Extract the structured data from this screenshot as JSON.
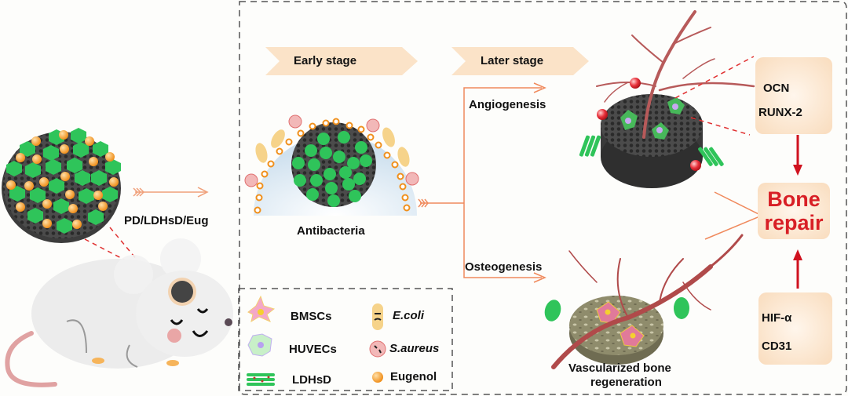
{
  "figure": {
    "scaffold_label": "PD/LDHsD/Eug",
    "stages": {
      "early": "Early stage",
      "later": "Later stage"
    },
    "antibacteria_label": "Antibacteria",
    "pathways": {
      "angiogenesis": "Angiogenesis",
      "osteogenesis": "Osteogenesis"
    },
    "regeneration_label_line1": "Vascularized bone",
    "regeneration_label_line2": "regeneration",
    "markers_top": [
      "OCN",
      "RUNX-2"
    ],
    "markers_bottom": [
      "HIF-α",
      "CD31"
    ],
    "outcome_line1": "Bone",
    "outcome_line2": "repair",
    "legend": [
      {
        "icon": "bmsc-cell-icon",
        "label": "BMSCs",
        "italic": false
      },
      {
        "icon": "huvec-cell-icon",
        "label": "HUVECs",
        "italic": false
      },
      {
        "icon": "ldhsd-nanosheet-icon",
        "label": "LDHsD",
        "italic": false
      },
      {
        "icon": "e-coli-bacterium-icon",
        "label": "E.coli",
        "italic": true
      },
      {
        "icon": "s-aureus-bacterium-icon",
        "label": "S.aureus",
        "italic": true
      },
      {
        "icon": "eugenol-particle-icon",
        "label": "Eugenol",
        "italic": false
      }
    ],
    "colors": {
      "accent_red": "#d81f26",
      "arrow_orange": "#f08a5d",
      "box_fill": "#f9dcbd",
      "stage_fill": "#fbe3c8",
      "scaffold_green": "#2fc45a",
      "eugenol_orange": "#f39a2a",
      "vessel_red": "#a8474a"
    }
  }
}
